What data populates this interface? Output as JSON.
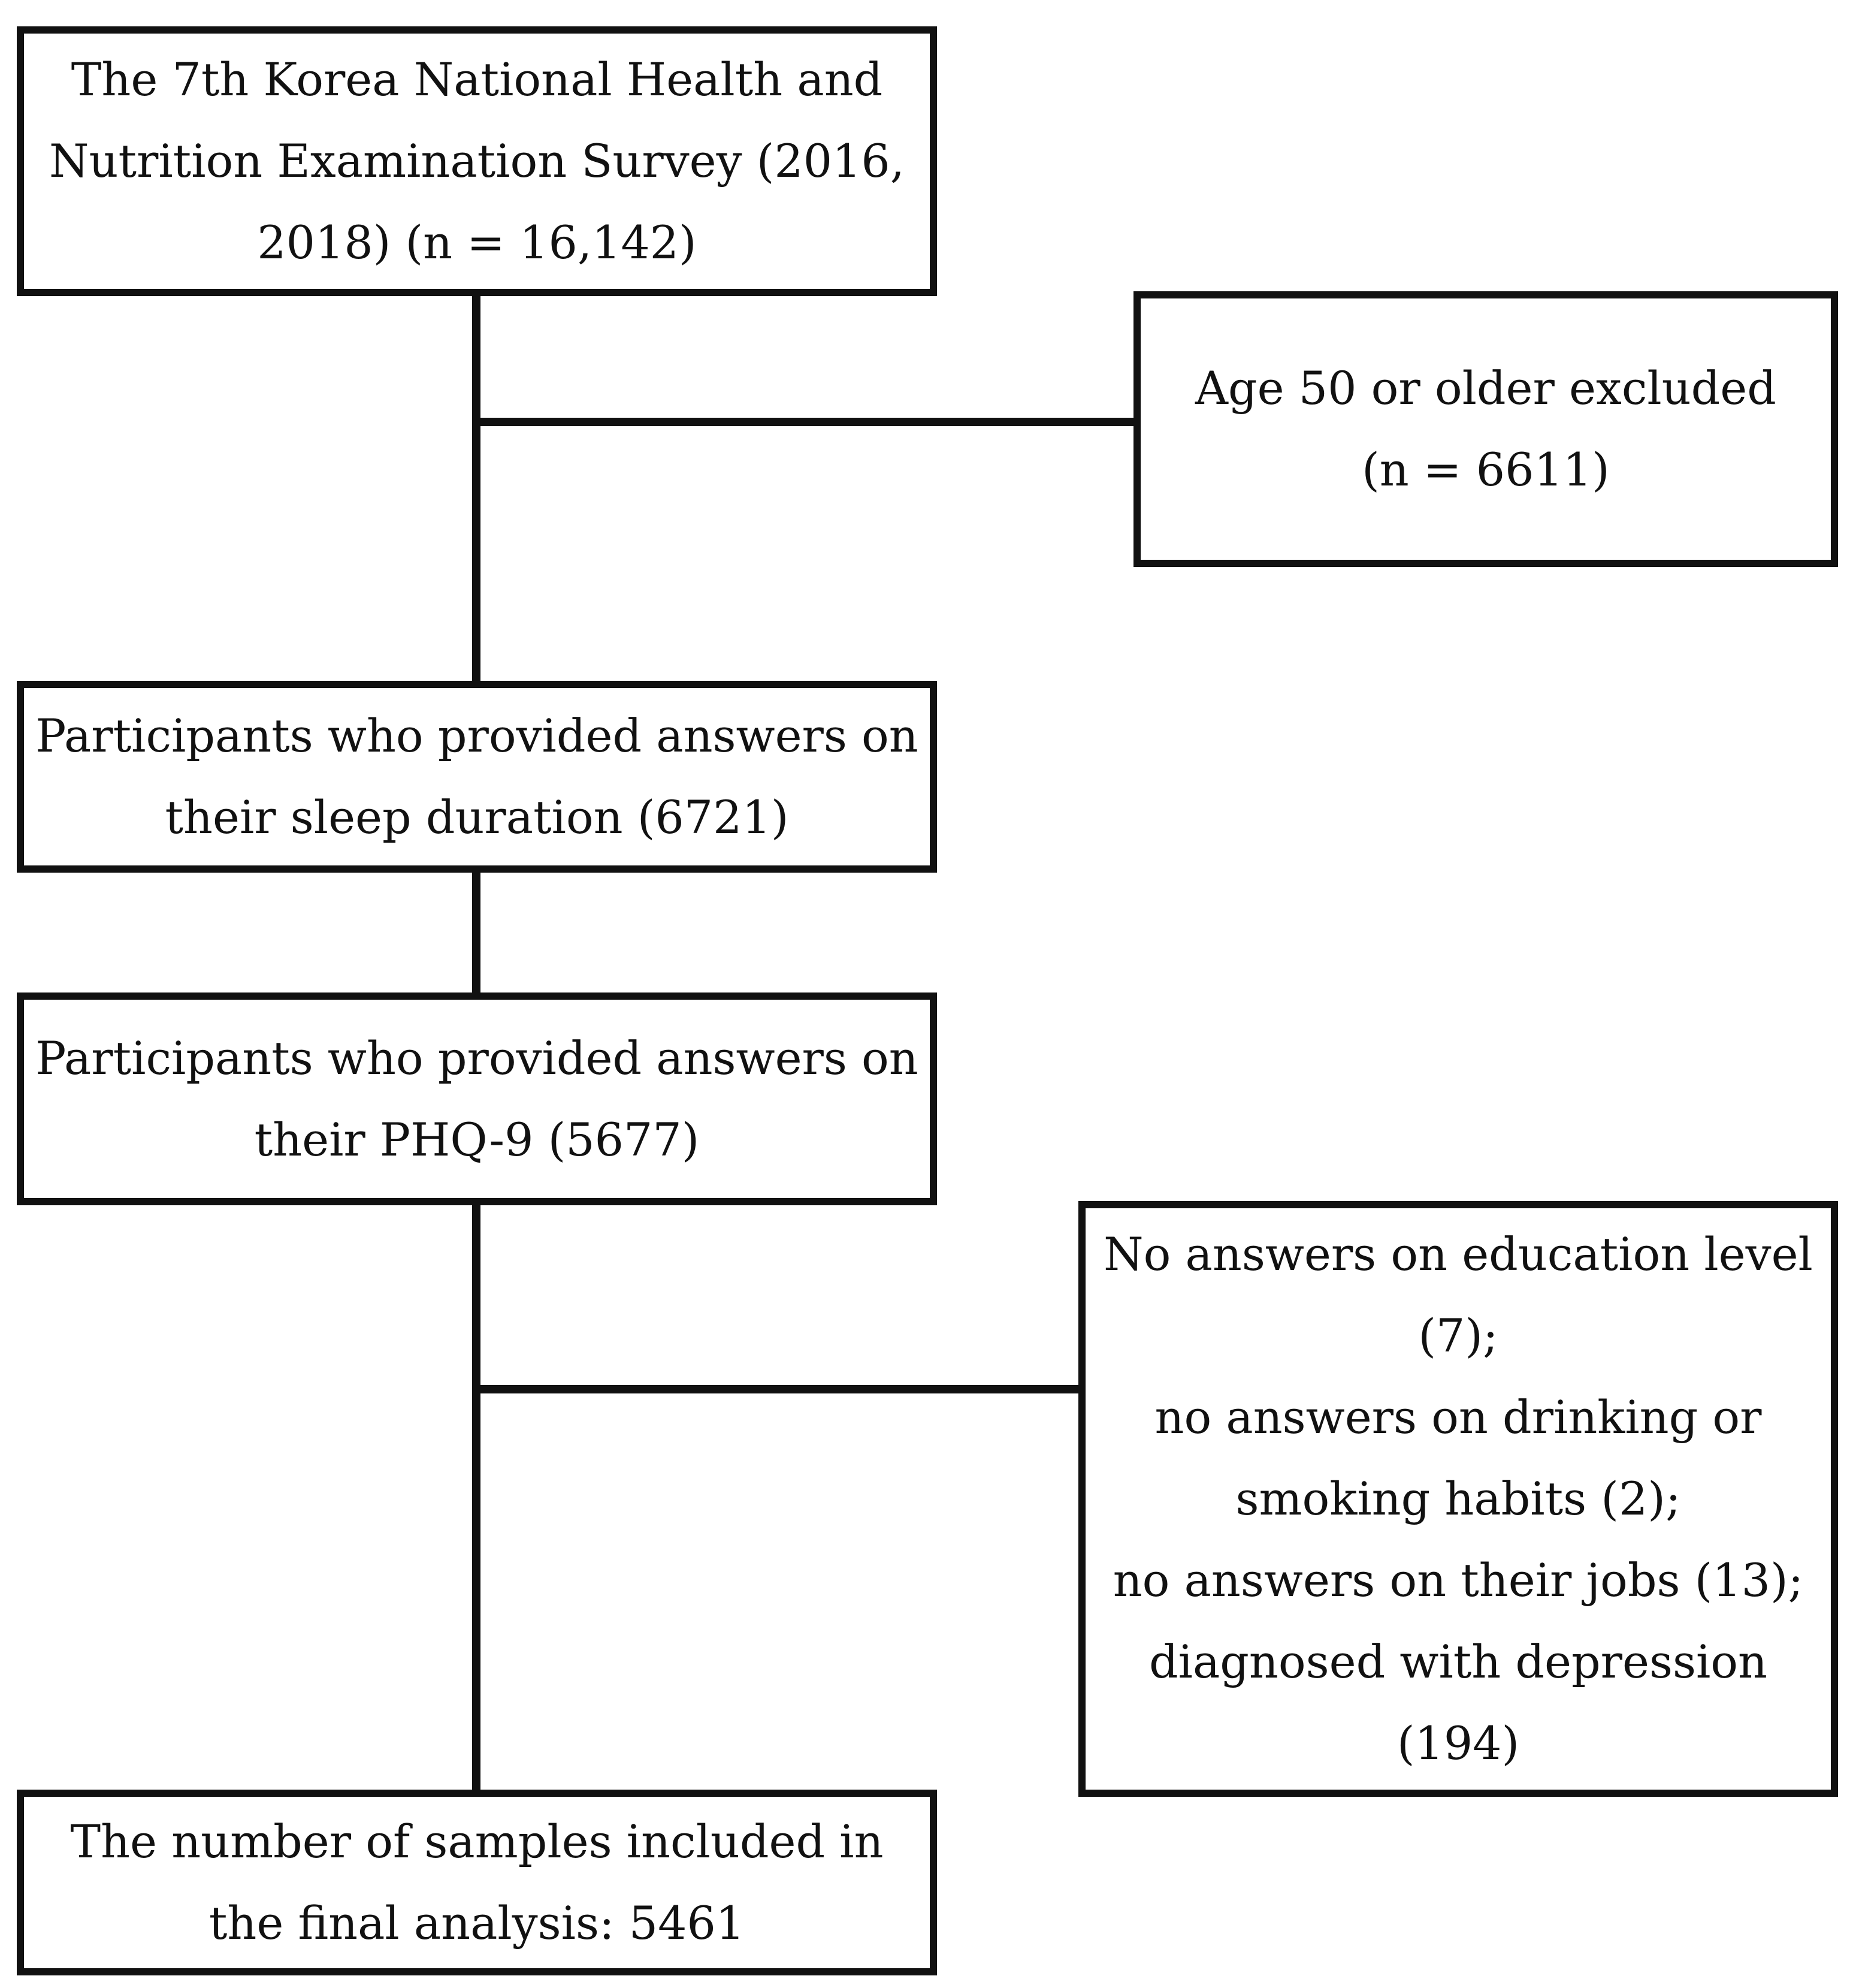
{
  "flowchart": {
    "survey_box": {
      "lines": [
        "The 7th Korea National Health and",
        "Nutrition Examination Survey (2016,",
        "2018) (n = 16,142)"
      ]
    },
    "age_excluded_box": {
      "lines": [
        "Age 50 or older excluded",
        "(n = 6611)"
      ]
    },
    "sleep_box": {
      "lines": [
        "Participants who provided answers on",
        "their sleep duration (6721)"
      ]
    },
    "phq_box": {
      "lines": [
        "Participants who provided answers on",
        "their PHQ-9 (5677)"
      ]
    },
    "exclusions_box": {
      "lines": [
        "No answers on education level",
        "(7);",
        "no answers on drinking or",
        "smoking habits (2);",
        "no answers on their jobs (13);",
        "diagnosed with depression",
        "(194)"
      ]
    },
    "final_box": {
      "lines": [
        "The number of samples included in",
        "the final analysis: 5461"
      ]
    }
  }
}
